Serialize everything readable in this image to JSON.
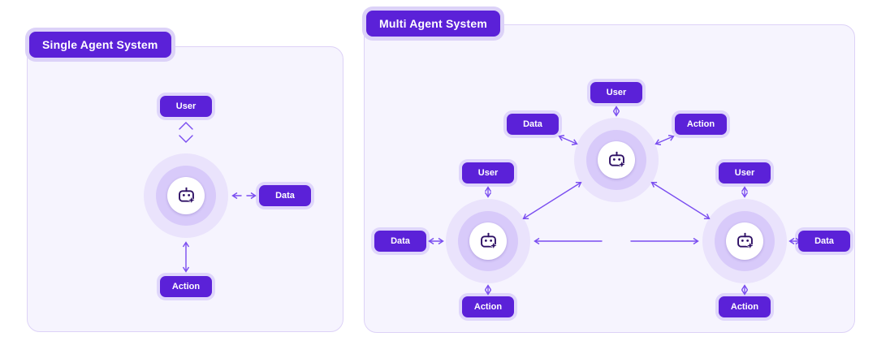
{
  "colors": {
    "badge": "#5b21d8",
    "badge_halo": "rgba(124,77,240,0.18)",
    "title_halo": "#dcd2f8",
    "panel_bg": "#f6f4fe",
    "panel_border": "#ddd2f7",
    "arrow": "#7a4df0",
    "halo_outer": "rgba(124,77,240,0.10)",
    "halo_inner": "rgba(124,77,240,0.16)",
    "icon": "#2e1065"
  },
  "left_panel": {
    "title": "Single Agent System",
    "agent_icon": "robot-sparkle-icon",
    "user_label": "User",
    "data_label": "Data",
    "action_label": "Action"
  },
  "right_panel": {
    "title": "Multi Agent System",
    "agent_icon": "robot-sparkle-icon",
    "top_agent": {
      "user_label": "User",
      "data_label": "Data",
      "action_label": "Action"
    },
    "left_agent": {
      "user_label": "User",
      "data_label": "Data",
      "action_label": "Action"
    },
    "right_agent": {
      "user_label": "User",
      "data_label": "Data",
      "action_label": "Action"
    }
  }
}
